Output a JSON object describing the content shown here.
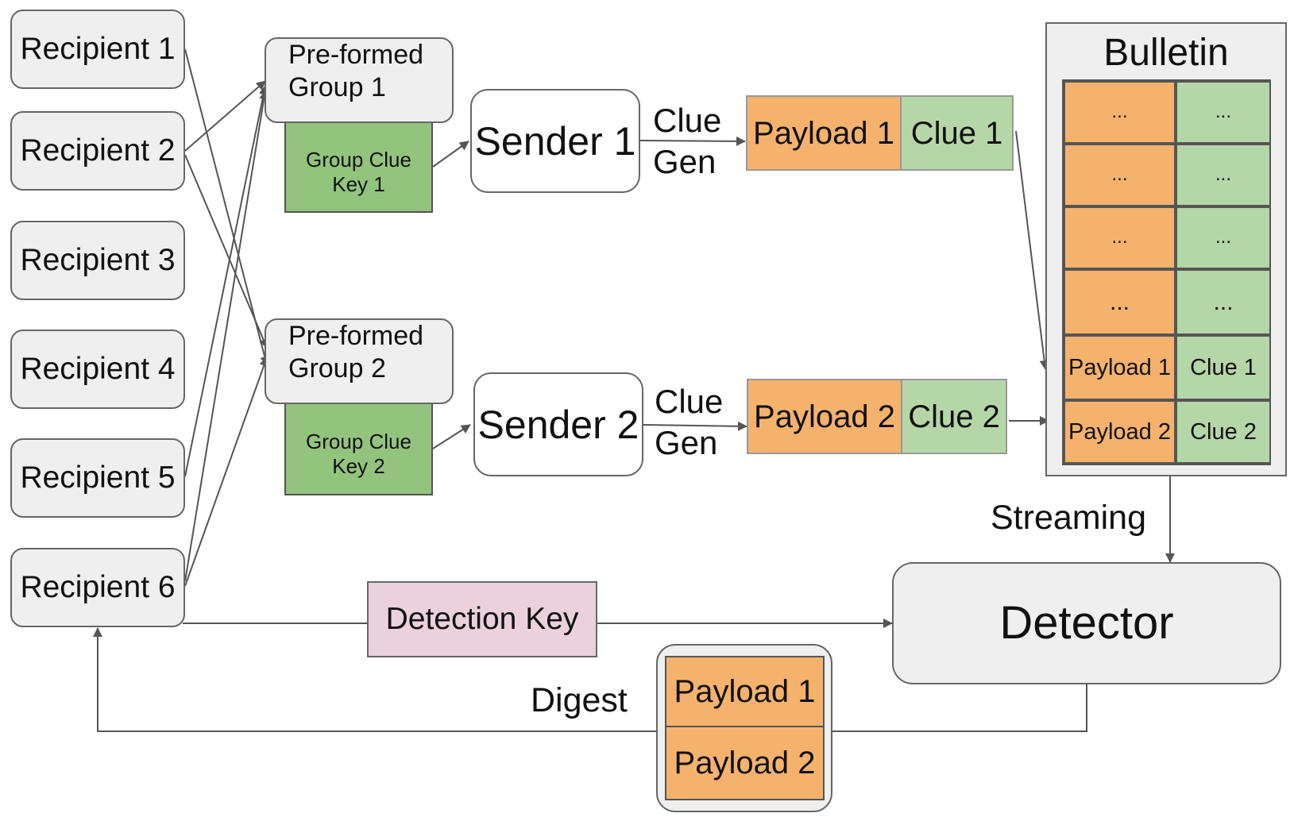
{
  "recipients": [
    "Recipient 1",
    "Recipient 2",
    "Recipient 3",
    "Recipient 4",
    "Recipient 5",
    "Recipient 6"
  ],
  "groups": [
    {
      "title_line1": "Pre-formed",
      "title_line2": "Group 1",
      "key_line1": "Group Clue",
      "key_line2": "Key 1"
    },
    {
      "title_line1": "Pre-formed",
      "title_line2": "Group 2",
      "key_line1": "Group Clue",
      "key_line2": "Key 2"
    }
  ],
  "senders": [
    "Sender 1",
    "Sender 2"
  ],
  "cluegen": [
    {
      "line1": "Clue",
      "line2": "Gen"
    },
    {
      "line1": "Clue",
      "line2": "Gen"
    }
  ],
  "messages": [
    {
      "payload": "Payload 1",
      "clue": "Clue 1"
    },
    {
      "payload": "Payload 2",
      "clue": "Clue 2"
    }
  ],
  "bulletin": {
    "title": "Bulletin",
    "rows": [
      {
        "payload": "...",
        "clue": "..."
      },
      {
        "payload": "...",
        "clue": "..."
      },
      {
        "payload": "...",
        "clue": "..."
      },
      {
        "payload": "...",
        "clue": "..."
      },
      {
        "payload": "Payload 1",
        "clue": "Clue 1"
      },
      {
        "payload": "Payload 2",
        "clue": "Clue 2"
      }
    ]
  },
  "streaming_label": "Streaming",
  "detector_label": "Detector",
  "detection_key_label": "Detection Key",
  "digest": {
    "label": "Digest",
    "payloads": [
      "Payload 1",
      "Payload 2"
    ]
  },
  "colors": {
    "payload": "#f5b26d",
    "clue": "#b5d7a7",
    "group_key": "#93c47d",
    "detection_key": "#ead1dc",
    "box": "#efefef",
    "line": "#555555"
  }
}
